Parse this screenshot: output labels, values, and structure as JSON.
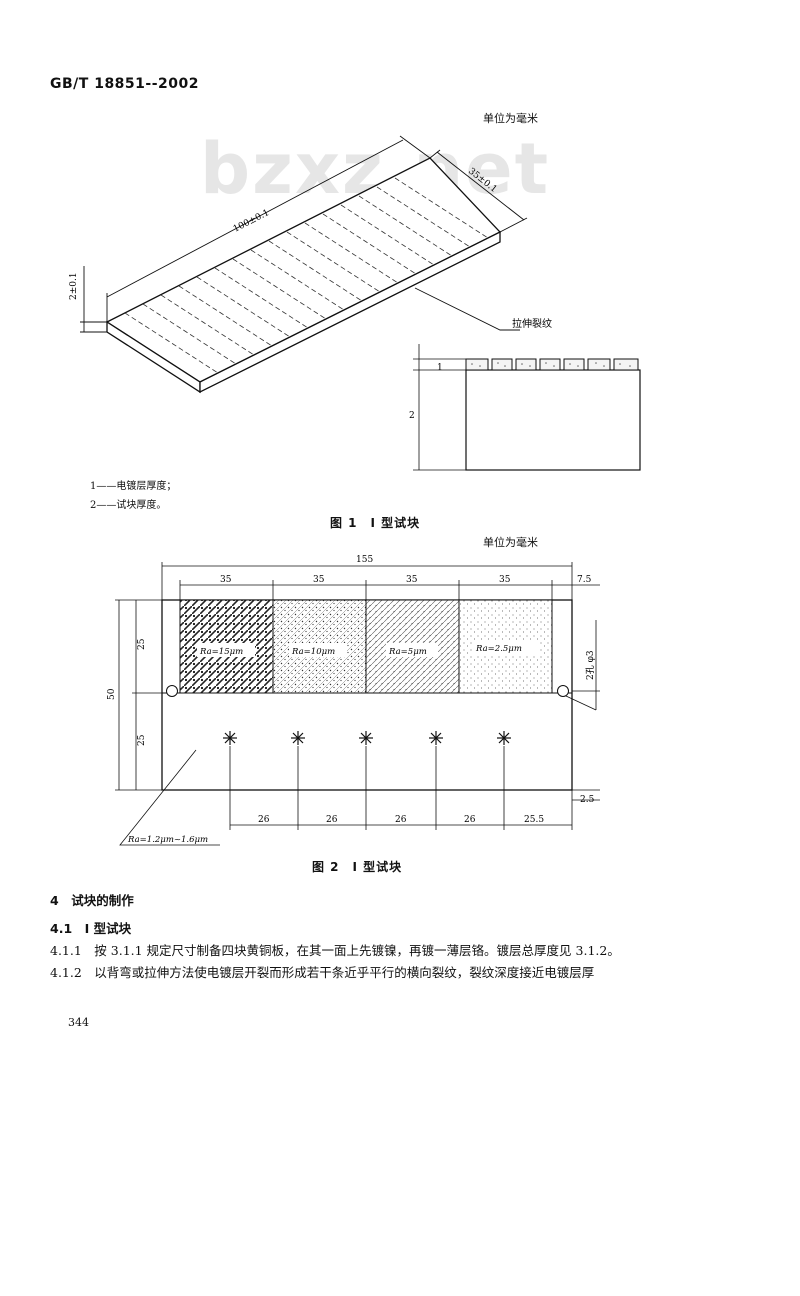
{
  "header": {
    "standard_no": "GB/T 18851--2002"
  },
  "watermark": "bzxz.net",
  "figure1": {
    "unit_note": "单位为毫米",
    "dim_length": "100±0.1",
    "dim_width": "35±0.1",
    "dim_thickness": "2±0.1",
    "crack_label": "拉伸裂纹",
    "detail_label_1": "1",
    "detail_label_2": "2",
    "legend_1": "1——电镀层厚度；",
    "legend_2": "2——试块厚度。",
    "caption": "图 1　I 型试块"
  },
  "figure2": {
    "unit_note": "单位为毫米",
    "dim_total": "155",
    "dim_seg": [
      "35",
      "35",
      "35",
      "35"
    ],
    "dim_right_margin": "7.5",
    "dim_height_total": "50",
    "dim_height_upper": "25",
    "dim_height_lower": "25",
    "hole_label": "2孔 φ3",
    "roughness_labels": [
      "Ra=15μm",
      "Ra=10μm",
      "Ra=5μm",
      "Ra=2.5μm"
    ],
    "dim_bottom_margin": "2.5",
    "dim_star_spacing": [
      "26",
      "26",
      "26",
      "26",
      "25.5"
    ],
    "surface_note": "Ra=1.2μm~1.6μm",
    "caption": "图 2　I 型试块"
  },
  "section": {
    "heading": "4　试块的制作",
    "sub_heading": "4.1　I 型试块",
    "para_1": "4.1.1　按 3.1.1 规定尺寸制备四块黄铜板，在其一面上先镀镍，再镀一薄层铬。镀层总厚度见 3.1.2。",
    "para_2": "4.1.2　以背弯或拉伸方法使电镀层开裂而形成若干条近乎平行的横向裂纹，裂纹深度接近电镀层厚"
  },
  "page_number": "344"
}
